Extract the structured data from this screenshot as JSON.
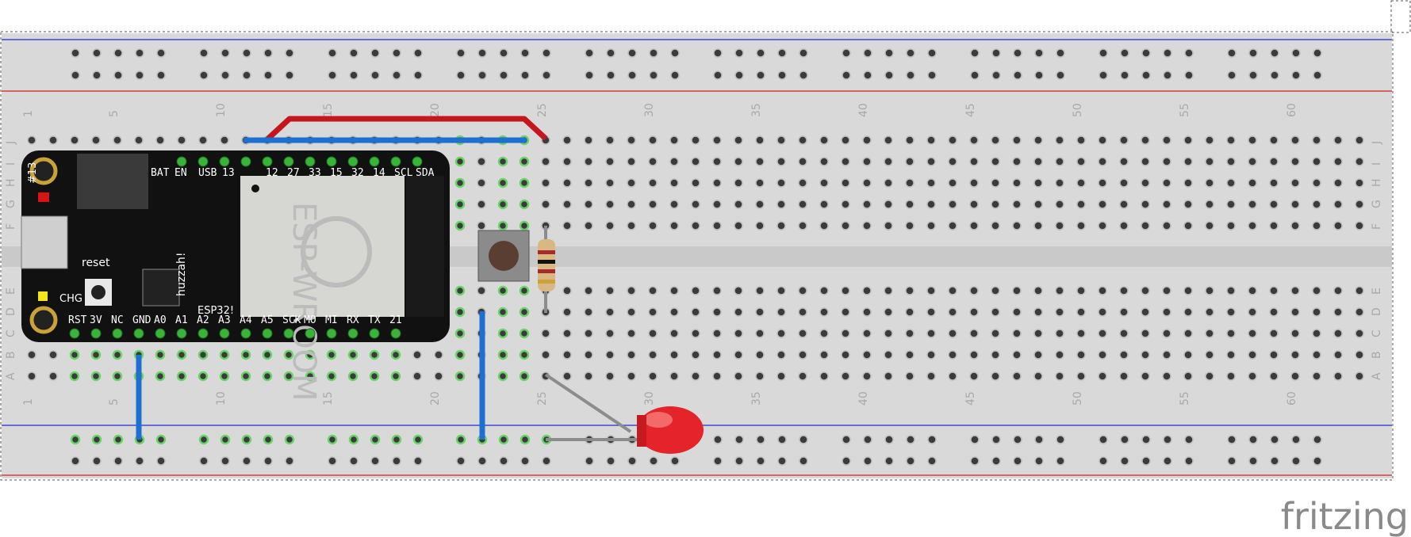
{
  "app_brand": "fritzing",
  "breadboard": {
    "column_numbers": [
      "1",
      "5",
      "10",
      "15",
      "20",
      "25",
      "30",
      "35",
      "40",
      "45",
      "50",
      "55",
      "60"
    ],
    "row_letters_top": [
      "J",
      "I",
      "H",
      "G",
      "F"
    ],
    "row_letters_bottom": [
      "E",
      "D",
      "C",
      "B",
      "A"
    ],
    "rail_positive_color": "#d61f1f",
    "rail_negative_color": "#1f2bd6"
  },
  "board": {
    "top_labels": [
      "BAT",
      "EN",
      "USB",
      "13",
      "12",
      "27",
      "33",
      "15",
      "32",
      "14",
      "SCL",
      "SDA"
    ],
    "bottom_labels": [
      "RST",
      "3V",
      "NC",
      "GND",
      "A0",
      "A1",
      "A2",
      "A3",
      "A4",
      "A5",
      "SCK",
      "MO",
      "MI",
      "RX",
      "TX",
      "21"
    ],
    "side_labels": {
      "led13": "#13",
      "chg": "CHG",
      "reset": "reset",
      "name1": "huzzah!",
      "name2": "ESP32!"
    },
    "module_text": "ESP-WROOM"
  },
  "wire_colors": {
    "red": "#c4161c",
    "blue": "#1f6fd1",
    "gray": "#8c8c8c"
  },
  "led_color": "#e5232a"
}
